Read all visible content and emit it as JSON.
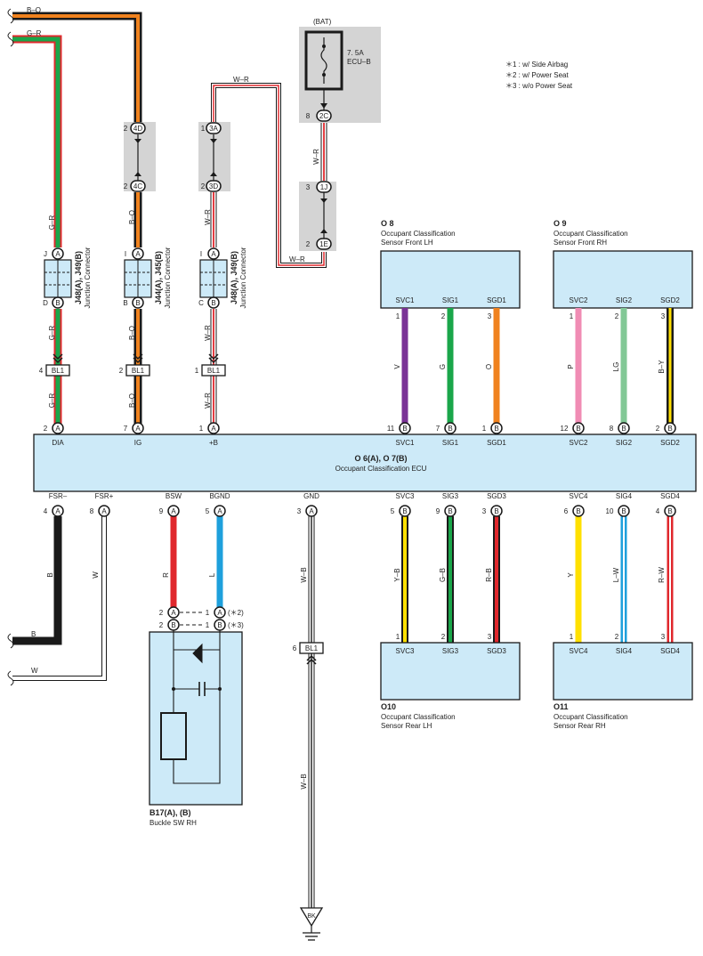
{
  "notes": [
    "＊1 : w/ Side Airbag",
    "＊2 : w/ Power Seat",
    "＊3 : w/o Power Seat"
  ],
  "top_wires": {
    "b_o": "B–O",
    "g_r": "G–R"
  },
  "fuse": {
    "bat": "(BAT)",
    "rating": "7. 5A",
    "name": "ECU–B"
  },
  "pins": {
    "n2": "2",
    "n3": "3",
    "n1": "1",
    "n8": "8",
    "n4": "4",
    "n7": "7",
    "n11": "11",
    "n12": "12",
    "n5": "5",
    "n6": "6",
    "n9": "9",
    "n10": "10"
  },
  "terms": {
    "A": "A",
    "B": "B",
    "C": "C",
    "D": "D",
    "I": "I",
    "J": "J",
    "c4D": "4D",
    "c4C": "4C",
    "c3A": "3A",
    "c3D": "3D",
    "c2C": "2C",
    "c1J": "1J",
    "c1E": "1E"
  },
  "bl1": "BL1",
  "wires": {
    "G_R": "G–R",
    "B_O": "B–O",
    "W_R": "W–R",
    "W_B": "W–B",
    "V": "V",
    "G": "G",
    "O": "O",
    "P": "P",
    "LG": "LG",
    "B_Y": "B–Y",
    "B": "B",
    "W": "W",
    "R": "R",
    "L": "L",
    "Y_B": "Y–B",
    "G_B": "G–B",
    "R_B": "R–B",
    "Y": "Y",
    "L_W": "L–W",
    "R_W": "R–W"
  },
  "junctions": {
    "jc1_code": "J48(A), J49(B)",
    "jc2_code": "J44(A), J45(B)",
    "jc3_code": "J48(A), J49(B)",
    "name": "Junction Connector"
  },
  "sensors": {
    "front_lh": {
      "code": "O 8",
      "title1": "Occupant Classification",
      "title2": "Sensor Front LH",
      "pins": [
        "SVC1",
        "SIG1",
        "SGD1"
      ]
    },
    "front_rh": {
      "code": "O 9",
      "title1": "Occupant Classification",
      "title2": "Sensor Front RH",
      "pins": [
        "SVC2",
        "SIG2",
        "SGD2"
      ]
    },
    "rear_lh": {
      "code": "O10",
      "title1": "Occupant Classification",
      "title2": "Sensor Rear LH",
      "pins": [
        "SVC3",
        "SIG3",
        "SGD3"
      ]
    },
    "rear_rh": {
      "code": "O11",
      "title1": "Occupant Classification",
      "title2": "Sensor Rear RH",
      "pins": [
        "SVC4",
        "SIG4",
        "SGD4"
      ]
    }
  },
  "ecu": {
    "code": "O 6(A), O 7(B)",
    "name": "Occupant Classification ECU",
    "top_pins": [
      "DIA",
      "IG",
      "+B",
      "SVC1",
      "SIG1",
      "SGD1",
      "SVC2",
      "SIG2",
      "SGD2"
    ],
    "bottom_pins": [
      "FSR–",
      "FSR+",
      "BSW",
      "BGND",
      "GND",
      "SVC3",
      "SIG3",
      "SGD3",
      "SVC4",
      "SIG4",
      "SGD4"
    ]
  },
  "buckle": {
    "code": "B17(A), (B)",
    "name": "Buckle SW RH",
    "note2": "(＊2)",
    "note3": "(＊3)"
  },
  "ground": "BK",
  "colors": {
    "wire_black": "#1a1a1a",
    "wire_orange": "#f0821e",
    "wire_green": "#1aa64a",
    "wire_red": "#e0282d",
    "wire_violet": "#7a3296",
    "wire_pink": "#f08cb4",
    "wire_lightgreen": "#82c896",
    "wire_yellow": "#ffe000",
    "wire_blue": "#1ea0dc",
    "box_fill": "#cdeaf8",
    "shade": "#d4d4d4"
  }
}
